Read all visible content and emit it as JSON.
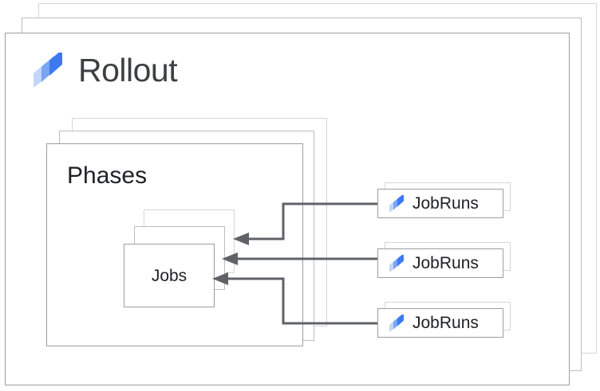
{
  "diagram": {
    "type": "nested-resource-hierarchy",
    "background_color": "#ffffff",
    "outer": {
      "title": "Rollout",
      "icon": "rollout-logo-icon",
      "stack_count": 3
    },
    "middle": {
      "title": "Phases",
      "stack_count": 3
    },
    "inner": {
      "title": "Jobs",
      "stack_count": 3
    },
    "jobruns": [
      {
        "label": "JobRuns",
        "icon": "rollout-logo-icon",
        "stack_count": 2
      },
      {
        "label": "JobRuns",
        "icon": "rollout-logo-icon",
        "stack_count": 2
      },
      {
        "label": "JobRuns",
        "icon": "rollout-logo-icon",
        "stack_count": 2
      }
    ],
    "connectors": [
      {
        "from": "jobruns-0",
        "to": "jobs-card-back-2",
        "style": "elbow",
        "arrowhead": "left"
      },
      {
        "from": "jobruns-1",
        "to": "jobs-card-back-1",
        "style": "straight",
        "arrowhead": "left"
      },
      {
        "from": "jobruns-2",
        "to": "jobs-card-front",
        "style": "elbow",
        "arrowhead": "left"
      }
    ],
    "colors": {
      "logo_light": "#c3d5fb",
      "logo_mid": "#7aa5f5",
      "logo_dark": "#3b7af0",
      "connector": "#5f6368",
      "card_border_front": "#9e9e9e",
      "card_border_back": "#d6d6d6",
      "title_text": "#3c4043",
      "body_text": "#202124"
    }
  }
}
